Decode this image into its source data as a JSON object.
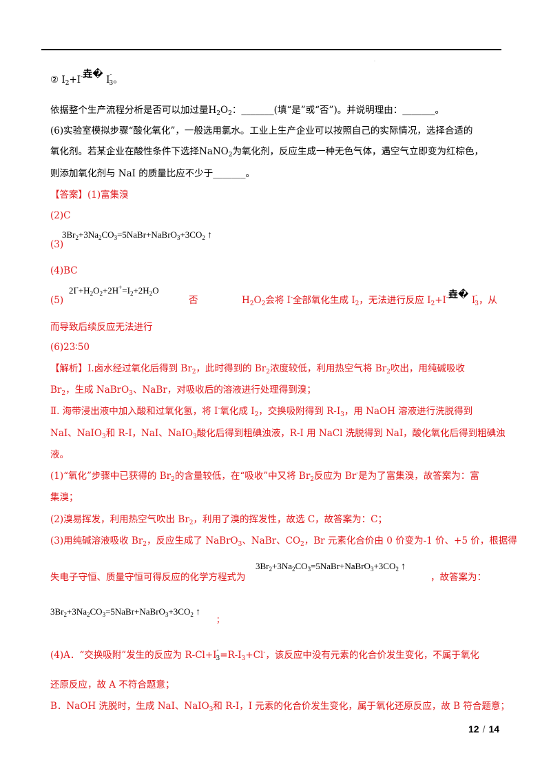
{
  "l_circle2": {
    "num": "②",
    "i2": "I",
    "s2": "2",
    "plus": "+I",
    "sup_minus": "-",
    "sym": "垚�",
    "i": "I",
    "sub3": "3",
    "stop": "。"
  },
  "l_h2o2": {
    "a": "依据整个生产流程分析是否可以加过量",
    "h": "H",
    "s2": "2",
    "o": "O",
    "s2b": "2",
    "b": "：_______(填“是”或“否”)。并说明理由：_______。"
  },
  "l_6a": "(6)实验室模拟步骤“酸化氧化”，一般选用氯水。工业上生产企业可以按照自己的实际情况，选择合适的",
  "l_6b": {
    "a": "氧化剂。若某企业在酸性条件下选择",
    "n": "NaNO",
    "s": "2",
    "b": "为氧化剂，反应生成一种无色气体，遇空气立即变为红棕色，"
  },
  "l_6c": "则添加氧化剂与 NaI 的质量比应不少于_______。",
  "ans1": {
    "tag": "【答案】",
    "text": "(1)富集溴"
  },
  "ans2": "(2)C",
  "ans3": {
    "num": "(3)",
    "eq_a": "3Br",
    "eq_b": "+3Na",
    "eq_c": "CO",
    "eq_d": "=5NaBr+NaBrO",
    "eq_e": "+3CO",
    "arrow": "↑",
    "s2": "2",
    "s3": "3"
  },
  "ans4": "(4)BC",
  "ans5": {
    "num": "(5)",
    "eq_a": "2I",
    "eq_minus": "-",
    "eq_b": "+H",
    "eq_c": "O",
    "eq_d": "+2H",
    "eq_plus": "+",
    "eq_e": "=I",
    "eq_f": "+2H",
    "eq_g": "O",
    "s2": "2",
    "no": "否",
    "why_a": "H",
    "why_b": "O",
    "why_c": "会将 I",
    "why_d": "全部氧化生成 I",
    "why_e": "，无法进行反应 I",
    "why_f": "+I",
    "sym": "垚�",
    "why_g": "I",
    "why_h": "，从"
  },
  "ans5b": "而导致后续反应无法进行",
  "ans6": "(6)23∶50",
  "jx1": {
    "tag": "【解析】",
    "a": "Ⅰ.卤水经过氧化后得到 Br",
    "b": "，此时得到的 Br",
    "c": "浓度较低，利用热空气将 Br",
    "d": "吹出，用纯碱吸收"
  },
  "jx2": {
    "a": "Br",
    "b": "，生成 NaBrO",
    "c": "、NaBr，对吸收后的溶液进行处理得到溴；"
  },
  "jx3": {
    "a": "Ⅱ.  海带浸出液中加入酸和过氧化氢，将 I",
    "b": "氧化成 I",
    "c": "，交换吸附得到 R-I",
    "d": "，用 NaOH 溶液进行洗脱得到"
  },
  "jx4": {
    "a": "NaI、NaIO",
    "b": "和 R-I，NaI、NaIO",
    "c": "酸化后得到粗碘浊液，R-I 用 NaCl 洗脱得到 NaI，酸化氧化后得到粗碘浊"
  },
  "jx5": "液。",
  "jx6": {
    "a": "(1)“氧化”步骤中已获得的 Br",
    "b": "的含量较低，在“吸收”中又将 Br",
    "c": "反应为 Br",
    "d": "是为了富集溴，故答案为：富"
  },
  "jx7": "集溴；",
  "jx8": {
    "a": "(2)溴易挥发，利用热空气吹出 Br",
    "b": "，利用了溴的挥发性，故选 C，故答案为：C；"
  },
  "jx9": {
    "a": "(3)用纯碱溶液吸收 Br",
    "b": "，反应生成了 NaBrO",
    "c": "、NaBr、CO",
    "d": "，Br 元素化合价由 0 价变为-1 价、+5 价，根据得"
  },
  "jx10": {
    "a": "失电子守恒、质量守恒可得反应的化学方程式为",
    "b": "，故答案为："
  },
  "jx11": {
    "semi": "；"
  },
  "jx12": {
    "a": "(4)A．“交换吸附”发生的反应为 R-Cl+I",
    "b": "=R-I",
    "c": "+Cl",
    "d": "，该反应中没有元素的化合价发生变化，不属于氧化"
  },
  "jx13": "还原反应，故 A 不符合题意；",
  "jx14": {
    "a": "B．NaOH 洗脱时，生成 NaI、NaIO",
    "b": "和 R-I，I 元素的化合价发生变化，属于氧化还原反应，故 B 符合题意；"
  },
  "footer": {
    "page": "12",
    "sep": "/",
    "total": "14"
  }
}
